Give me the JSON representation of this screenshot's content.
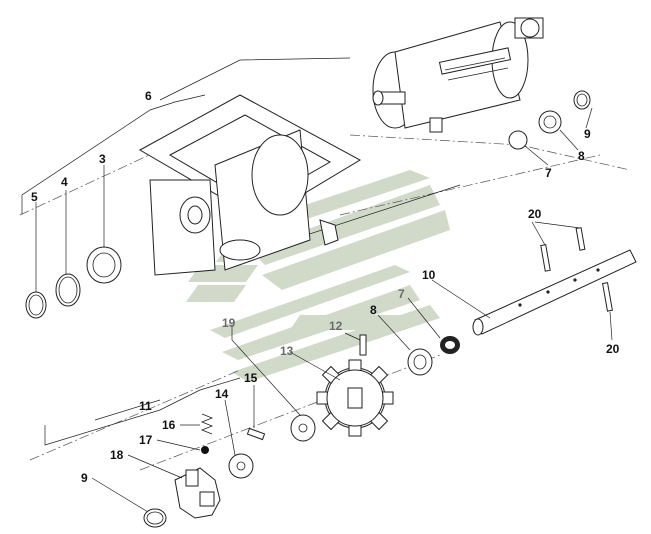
{
  "labels": [
    {
      "id": "l6",
      "text": "6"
    },
    {
      "id": "l5",
      "text": "5"
    },
    {
      "id": "l4",
      "text": "4"
    },
    {
      "id": "l3",
      "text": "3"
    },
    {
      "id": "l9a",
      "text": "9"
    },
    {
      "id": "l8a",
      "text": "8"
    },
    {
      "id": "l7a",
      "text": "7"
    },
    {
      "id": "l20a",
      "text": "20"
    },
    {
      "id": "l20b",
      "text": "20"
    },
    {
      "id": "l10",
      "text": "10"
    },
    {
      "id": "l7b",
      "text": "7"
    },
    {
      "id": "l8b",
      "text": "8"
    },
    {
      "id": "l12",
      "text": "12"
    },
    {
      "id": "l13",
      "text": "13"
    },
    {
      "id": "l19",
      "text": "19"
    },
    {
      "id": "l15",
      "text": "15"
    },
    {
      "id": "l14",
      "text": "14"
    },
    {
      "id": "l11",
      "text": "11"
    },
    {
      "id": "l16",
      "text": "16"
    },
    {
      "id": "l17",
      "text": "17"
    },
    {
      "id": "l18",
      "text": "18"
    },
    {
      "id": "l9b",
      "text": "9"
    }
  ],
  "colors": {
    "watermark": "#c9d4bf",
    "line": "#222222",
    "grey_label": "#6b6b6b"
  },
  "watermark_icon": "company-logo-watermark"
}
